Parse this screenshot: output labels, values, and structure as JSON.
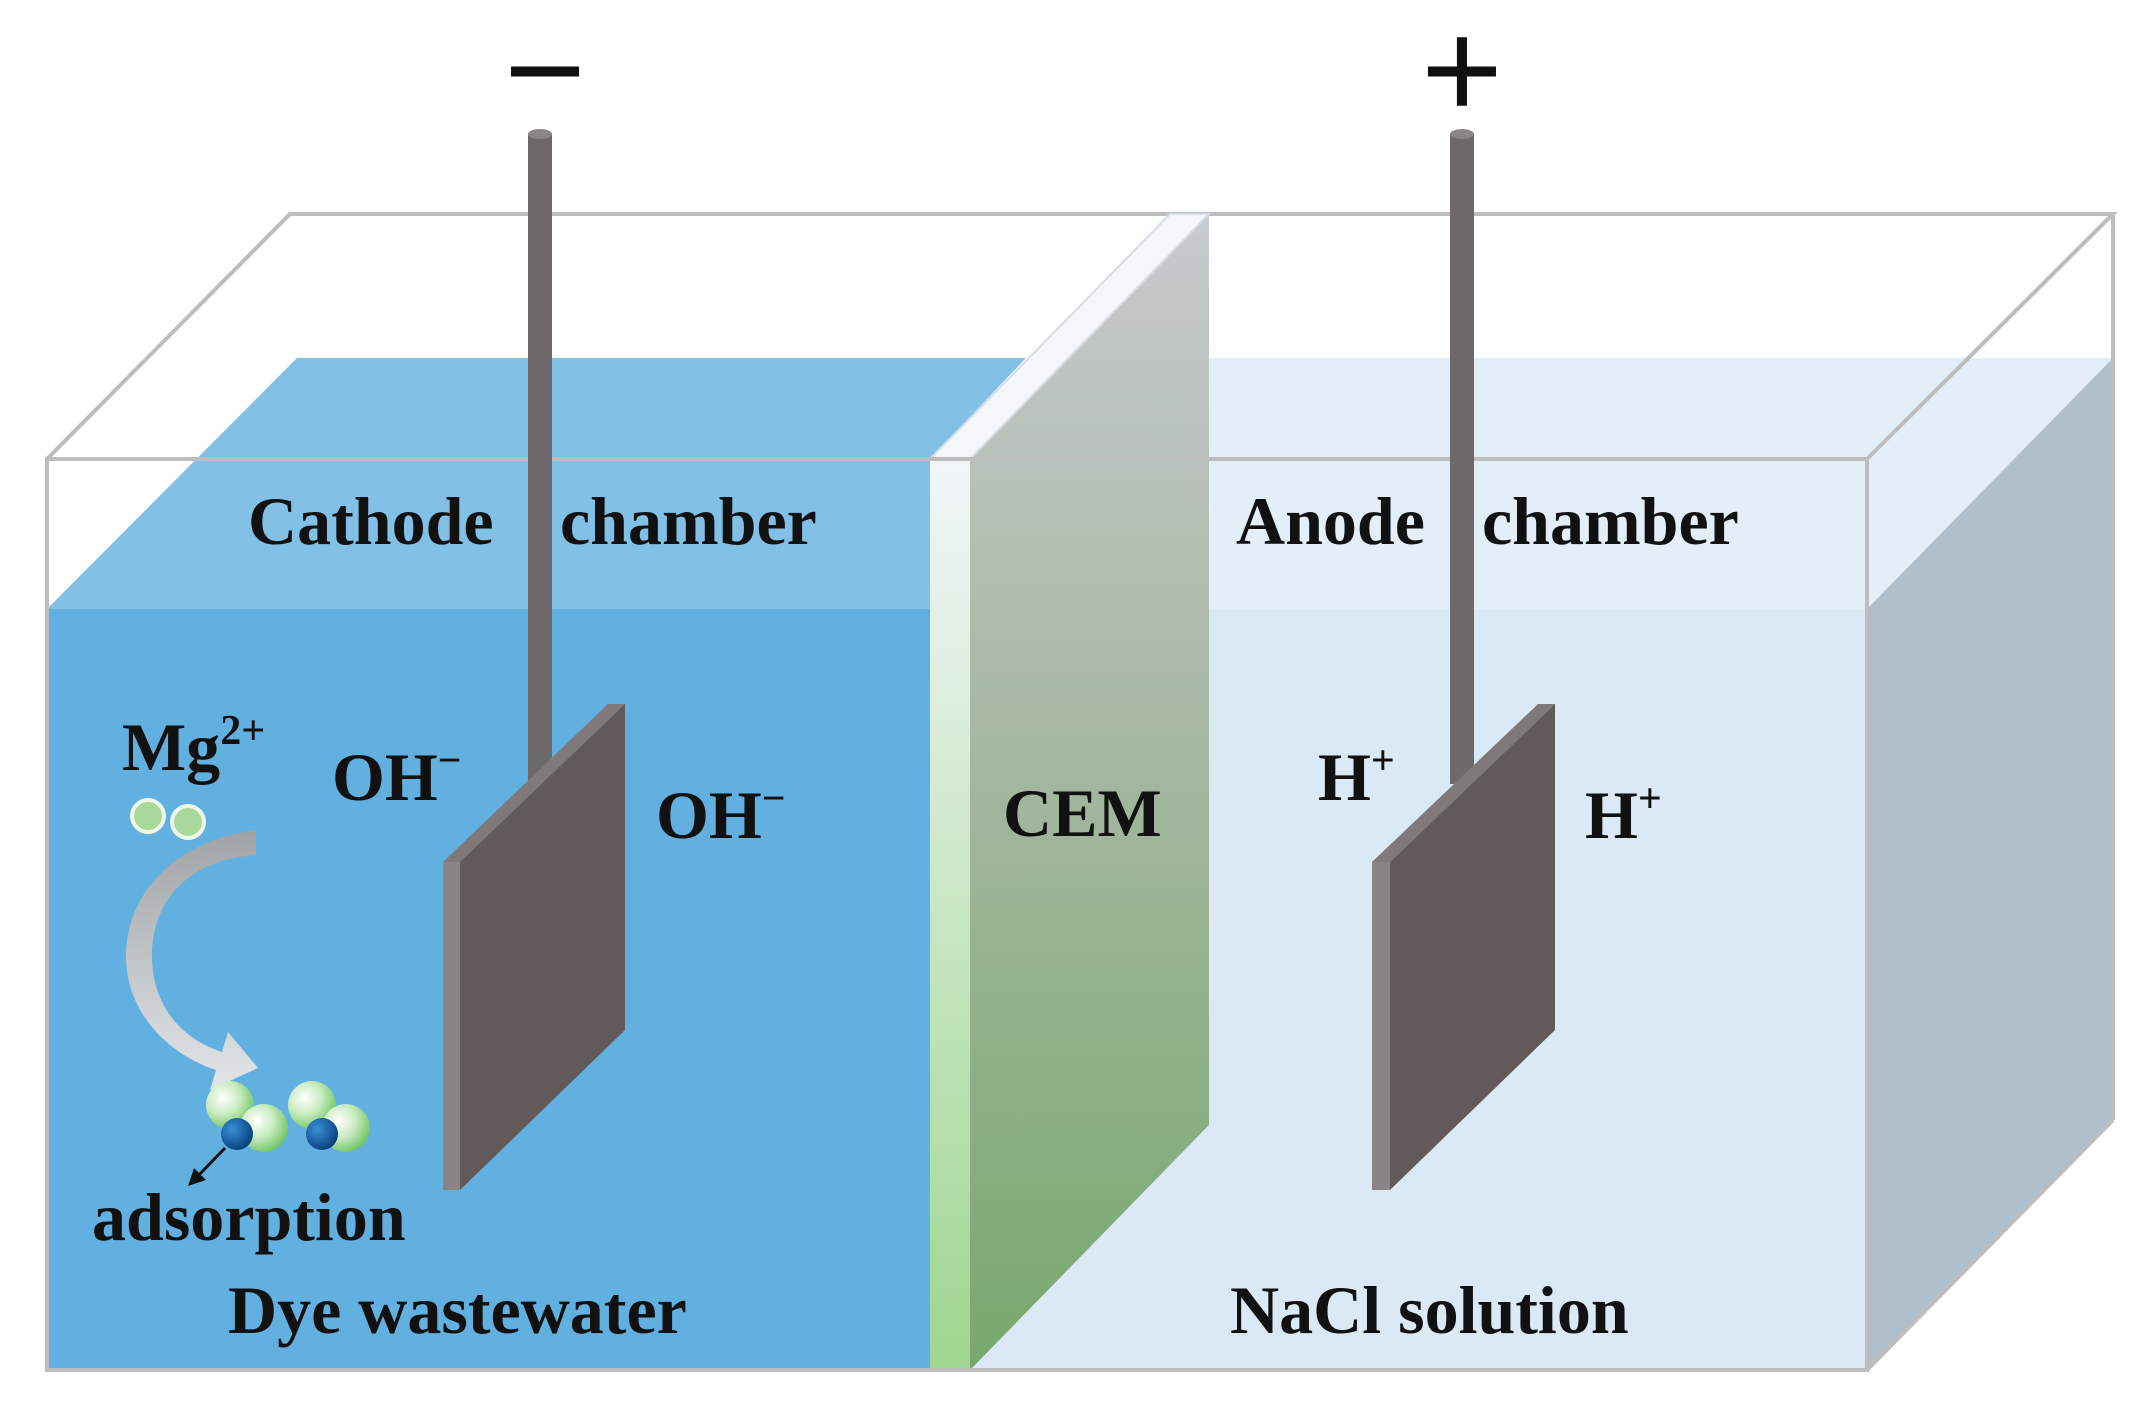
{
  "labels": {
    "cathode_chamber_left": "Cathode",
    "cathode_chamber_right": "chamber",
    "anode_chamber_left": "Anode",
    "anode_chamber_right": "chamber",
    "cem": "CEM",
    "dye_wastewater": "Dye wastewater",
    "nacl_solution": "NaCl solution",
    "adsorption": "adsorption"
  },
  "ions": {
    "mg_base": "Mg",
    "mg_charge": "2+",
    "oh_base": "OH",
    "oh_charge": "−",
    "h_base": "H",
    "h_charge": "+"
  },
  "electrodes": {
    "cathode_sign": "−",
    "anode_sign": "+"
  },
  "colors": {
    "cathode_liquid": "#62b0e0",
    "cathode_surface": "#83c0e6",
    "anode_liquid": "#dbe9f7",
    "tank_side": "#b0bfcc",
    "membrane_top": "#c7c9cc",
    "membrane_bottom": "#78a86c",
    "membrane_edge": "#9fd690",
    "electrode_plate": "#615a59",
    "electrode_rod": "#6d6869",
    "mg_ion": "#a7d99a",
    "adsorbent_core": "#0d5fa8"
  }
}
